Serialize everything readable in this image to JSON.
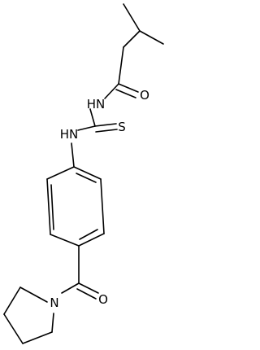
{
  "molecule": {
    "atoms": {
      "carbonyl_oxygen_top": "O",
      "amide_nh_top": "HN",
      "thione_sulfur": "S",
      "thiourea_nh_lower": "HN",
      "carbonyl_oxygen_bottom": "O",
      "pyrrolidine_nitrogen": "N"
    }
  }
}
